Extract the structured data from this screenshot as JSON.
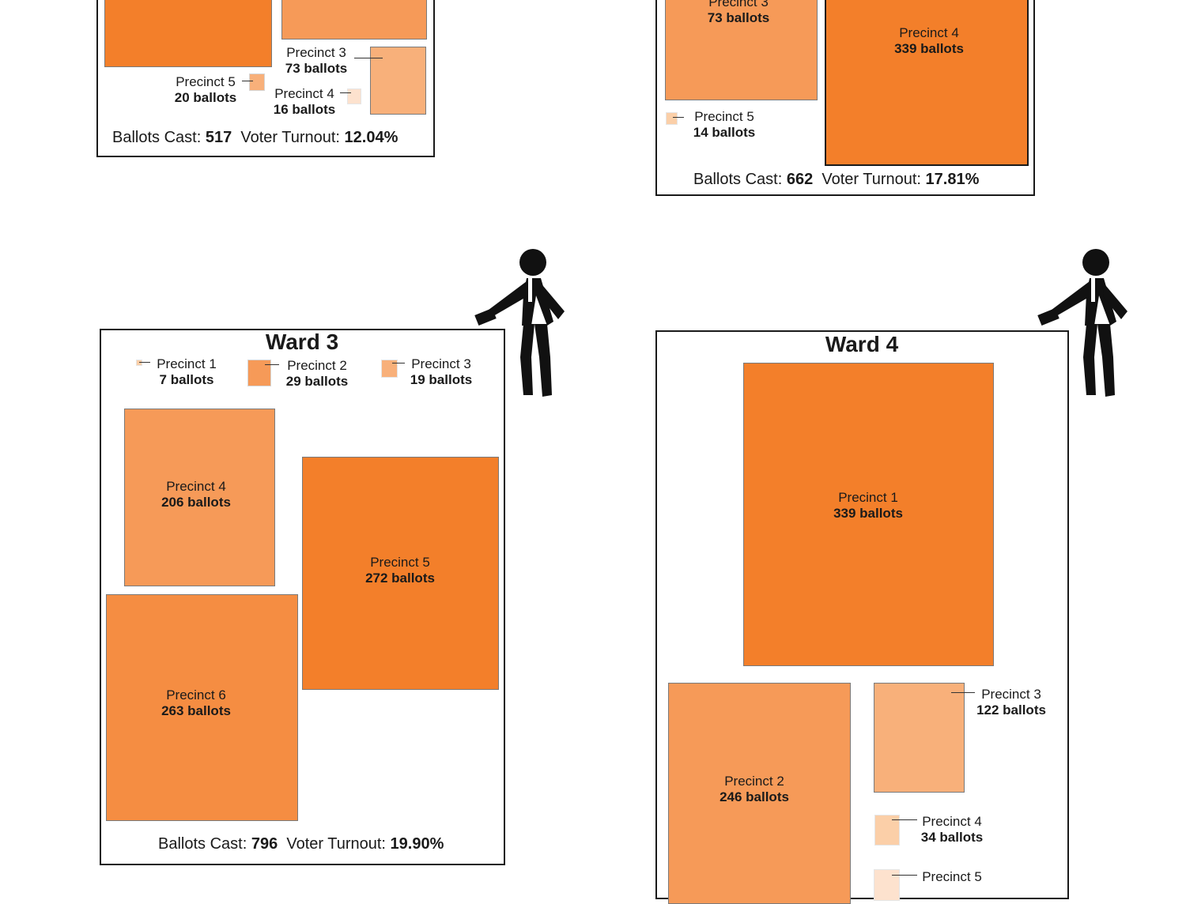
{
  "colors": {
    "dark": "#f37f2a",
    "medium": "#f69a58",
    "light": "#f8b07a",
    "pale": "#fbcfa8",
    "faint": "#fde2ce",
    "outline": "#7a7a7a",
    "border": "#1a1a1a"
  },
  "chart_data": [
    {
      "type": "treemap",
      "title": "",
      "values_shown": [
        {
          "name": "Precinct 3",
          "ballots": 73
        },
        {
          "name": "Precinct 4",
          "ballots": 16
        },
        {
          "name": "Precinct 5",
          "ballots": 20
        }
      ],
      "summary": {
        "ballots_label": "Ballots Cast:",
        "ballots": "517",
        "turnout_label": "Voter Turnout:",
        "turnout": "12.04%"
      }
    },
    {
      "type": "treemap",
      "title": "",
      "values_shown": [
        {
          "name": "Precinct 3",
          "ballots": 73
        },
        {
          "name": "Precinct 4",
          "ballots": 339
        },
        {
          "name": "Precinct 5",
          "ballots": 14
        }
      ],
      "summary": {
        "ballots_label": "Ballots Cast:",
        "ballots": "662",
        "turnout_label": "Voter Turnout:",
        "turnout": "17.81%"
      }
    },
    {
      "type": "treemap",
      "title": "Ward 3",
      "values_shown": [
        {
          "name": "Precinct 1",
          "ballots": 7
        },
        {
          "name": "Precinct 2",
          "ballots": 29
        },
        {
          "name": "Precinct 3",
          "ballots": 19
        },
        {
          "name": "Precinct 4",
          "ballots": 206
        },
        {
          "name": "Precinct 5",
          "ballots": 272
        },
        {
          "name": "Precinct 6",
          "ballots": 263
        }
      ],
      "summary": {
        "ballots_label": "Ballots Cast:",
        "ballots": "796",
        "turnout_label": "Voter Turnout:",
        "turnout": "19.90%"
      }
    },
    {
      "type": "treemap",
      "title": "Ward 4",
      "values_shown": [
        {
          "name": "Precinct 1",
          "ballots": 339
        },
        {
          "name": "Precinct 2",
          "ballots": 246
        },
        {
          "name": "Precinct 3",
          "ballots": 122
        },
        {
          "name": "Precinct 4",
          "ballots": 34
        },
        {
          "name": "Precinct 5",
          "ballots": null
        }
      ]
    }
  ],
  "text": {
    "w1": {
      "p3_name": "Precinct 3",
      "p3_ballots": "73 ballots",
      "p5_name": "Precinct 5",
      "p5_ballots": "20 ballots",
      "p4_name": "Precinct 4",
      "p4_ballots": "16 ballots",
      "ballots_label": "Ballots Cast:",
      "ballots": "517",
      "turnout_label": "Voter Turnout:",
      "turnout": "12.04%"
    },
    "w2": {
      "p3_name": "Precinct 3",
      "p3_ballots": "73 ballots",
      "p4_name": "Precinct 4",
      "p4_ballots": "339 ballots",
      "p5_name": "Precinct 5",
      "p5_ballots": "14 ballots",
      "ballots_label": "Ballots Cast:",
      "ballots": "662",
      "turnout_label": "Voter Turnout:",
      "turnout": "17.81%"
    },
    "w3": {
      "title": "Ward 3",
      "p1_name": "Precinct 1",
      "p1_ballots": "7 ballots",
      "p2_name": "Precinct 2",
      "p2_ballots": "29 ballots",
      "p3_name": "Precinct 3",
      "p3_ballots": "19 ballots",
      "p4_name": "Precinct 4",
      "p4_ballots": "206 ballots",
      "p5_name": "Precinct 5",
      "p5_ballots": "272 ballots",
      "p6_name": "Precinct 6",
      "p6_ballots": "263 ballots",
      "ballots_label": "Ballots Cast:",
      "ballots": "796",
      "turnout_label": "Voter Turnout:",
      "turnout": "19.90%"
    },
    "w4": {
      "title": "Ward 4",
      "p1_name": "Precinct 1",
      "p1_ballots": "339 ballots",
      "p2_name": "Precinct 2",
      "p2_ballots": "246 ballots",
      "p3_name": "Precinct 3",
      "p3_ballots": "122 ballots",
      "p4_name": "Precinct 4",
      "p4_ballots": "34 ballots",
      "p5_name": "Precinct 5"
    }
  }
}
